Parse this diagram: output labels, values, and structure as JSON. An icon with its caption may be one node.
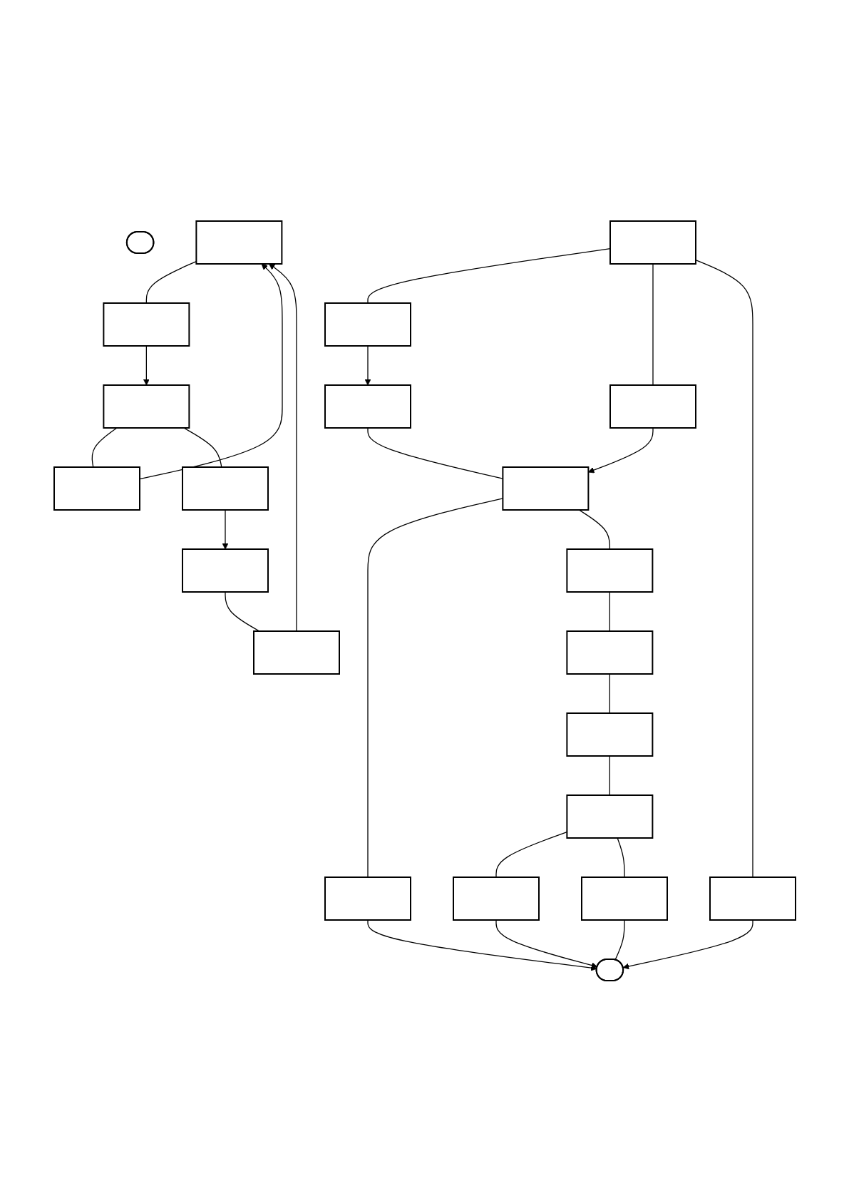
{
  "diagram": {
    "nodes": [
      {
        "text": [],
        "shape": "stadium"
      },
      {
        "text": [],
        "shape": "box"
      },
      {
        "text": [],
        "shape": "box"
      },
      {
        "text": [],
        "shape": "box"
      },
      {
        "text": [],
        "shape": "box"
      },
      {
        "text": [],
        "shape": "box"
      },
      {
        "text": [],
        "shape": "box"
      },
      {
        "text": [],
        "shape": "box"
      },
      {
        "text": [],
        "shape": "box"
      },
      {
        "text": [],
        "shape": "box"
      },
      {
        "text": [],
        "shape": "box"
      },
      {
        "text": [],
        "shape": "box"
      },
      {
        "text": [],
        "shape": "box"
      },
      {
        "text": [],
        "shape": "box"
      },
      {
        "text": [],
        "shape": "stadium"
      },
      {
        "text": [],
        "shape": "box"
      },
      {
        "text": [],
        "shape": "box"
      },
      {
        "text": [],
        "shape": "box"
      },
      {
        "text": [],
        "shape": "box"
      },
      {
        "text": [],
        "shape": "box"
      },
      {
        "text": [],
        "shape": "box"
      },
      {
        "text": [],
        "shape": "box"
      }
    ],
    "edges": [
      {
        "from": 1,
        "to": 2,
        "arrow": "none"
      },
      {
        "from": 2,
        "to": 4,
        "arrow": "to"
      },
      {
        "from": 1,
        "to": 5,
        "arrow": "none"
      },
      {
        "from": 5,
        "to": 6,
        "arrow": "to"
      },
      {
        "from": 1,
        "to": 3,
        "arrow": "none"
      },
      {
        "from": 3,
        "to": 14,
        "arrow": "to"
      },
      {
        "from": 4,
        "to": 6,
        "arrow": "none"
      },
      {
        "from": 6,
        "to": 9,
        "arrow": "none"
      },
      {
        "from": 9,
        "to": 14,
        "arrow": "to"
      },
      {
        "from": 6,
        "to": 7,
        "arrow": "none"
      },
      {
        "from": 7,
        "to": 8,
        "arrow": "none"
      },
      {
        "from": 8,
        "to": 10,
        "arrow": "none"
      },
      {
        "from": 10,
        "to": 11,
        "arrow": "none"
      },
      {
        "from": 11,
        "to": 12,
        "arrow": "none"
      },
      {
        "from": 12,
        "to": 14,
        "arrow": "to"
      },
      {
        "from": 11,
        "to": 13,
        "arrow": "none"
      },
      {
        "from": 13,
        "to": 14,
        "arrow": "none"
      },
      {
        "from": 19,
        "to": 15,
        "arrow": "to"
      },
      {
        "from": 16,
        "to": 15,
        "arrow": "to"
      },
      {
        "from": 15,
        "to": 17,
        "arrow": "none"
      },
      {
        "from": 17,
        "to": 18,
        "arrow": "to"
      },
      {
        "from": 18,
        "to": 16,
        "arrow": "none"
      },
      {
        "from": 18,
        "to": 20,
        "arrow": "none"
      },
      {
        "from": 20,
        "to": 21,
        "arrow": "to"
      },
      {
        "from": 21,
        "to": 19,
        "arrow": "none"
      }
    ]
  }
}
